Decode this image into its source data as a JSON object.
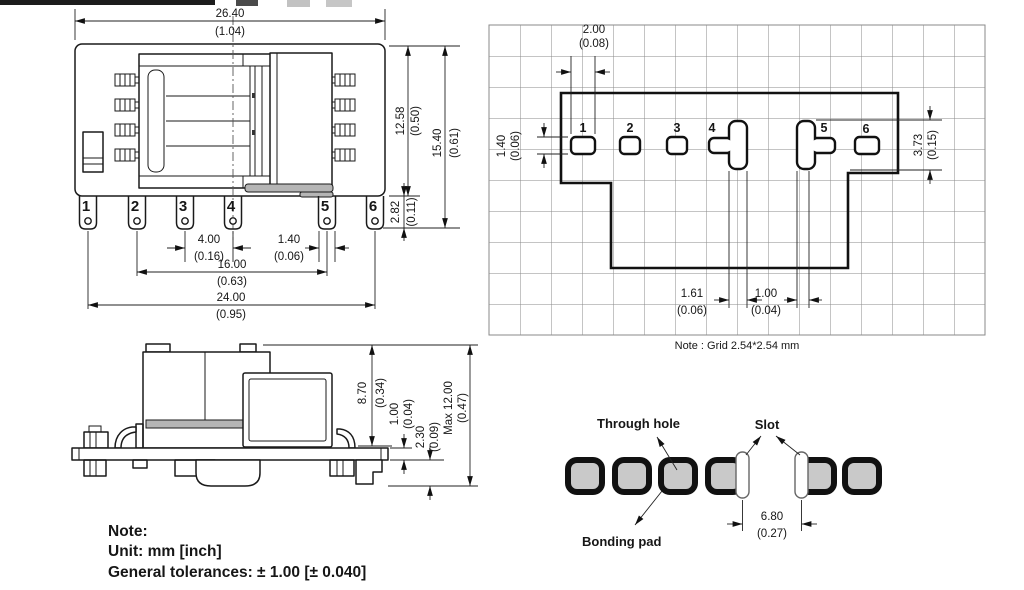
{
  "top_view": {
    "pins": [
      "1",
      "2",
      "3",
      "4",
      "5",
      "6"
    ],
    "dims": {
      "width_mm": "26.40",
      "width_in": "(1.04)",
      "body_h_mm": "12.58",
      "body_h_in": "(0.50)",
      "total_h_mm": "15.40",
      "total_h_in": "(0.61)",
      "pin_len_mm": "2.82",
      "pin_len_in": "(0.11)",
      "pitch_mm": "4.00",
      "pitch_in": "(0.16)",
      "pin_w_mm": "1.40",
      "pin_w_in": "(0.06)",
      "inner_span_mm": "16.00",
      "inner_span_in": "(0.63)",
      "outer_span_mm": "24.00",
      "outer_span_in": "(0.95)"
    }
  },
  "footprint": {
    "pins": [
      "1",
      "2",
      "3",
      "4",
      "5",
      "6"
    ],
    "dims": {
      "hole_w_mm": "2.00",
      "hole_w_in": "(0.08)",
      "hole_h_mm": "1.40",
      "hole_h_in": "(0.06)",
      "slot_h_mm": "3.73",
      "slot_h_in": "(0.15)",
      "slot4_w_mm": "1.61",
      "slot4_w_in": "(0.06)",
      "slot5_w_mm": "1.00",
      "slot5_w_in": "(0.04)"
    },
    "grid_note": "Note : Grid 2.54*2.54 mm"
  },
  "side_view": {
    "dims": {
      "body_h_mm": "8.70",
      "body_h_in": "(0.34)",
      "plate_mm": "1.00",
      "plate_in": "(0.04)",
      "standoff_mm": "2.30",
      "standoff_in": "(0.09)",
      "max_h_mm": "Max 12.00",
      "max_h_in": "(0.47)"
    }
  },
  "pad_view": {
    "labels": {
      "through_hole": "Through hole",
      "slot": "Slot",
      "bonding_pad": "Bonding pad"
    },
    "dims": {
      "slot_gap_mm": "6.80",
      "slot_gap_in": "(0.27)"
    }
  },
  "notes": {
    "line1": "Note:",
    "line2": "Unit: mm [inch]",
    "line3": "General tolerances: ± 1.00 [± 0.040]"
  },
  "colors": {
    "line": "#1a1a1a",
    "grid": "#8a8a8a",
    "pad_fill": "#c9c9c9",
    "tape_gray": "#b5b5b5"
  }
}
